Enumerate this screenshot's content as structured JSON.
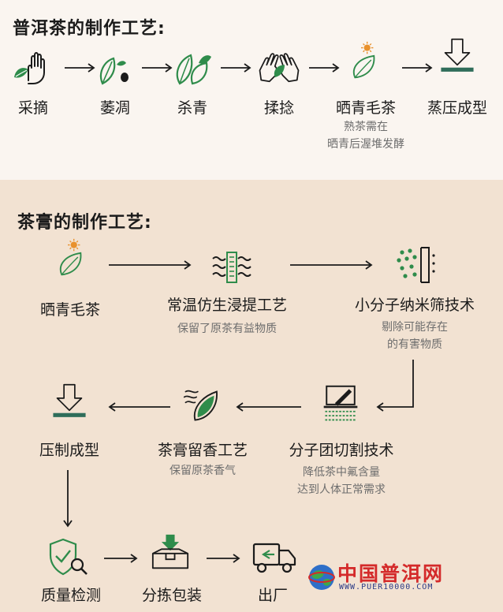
{
  "puer_section": {
    "title": "普洱茶的制作工艺:",
    "steps": [
      {
        "label": "采摘",
        "icon": "hand-leaf-icon"
      },
      {
        "label": "萎凋",
        "icon": "wilting-leaf-icon"
      },
      {
        "label": "杀青",
        "icon": "leaves-icon"
      },
      {
        "label": "揉捻",
        "icon": "hands-rolling-icon"
      },
      {
        "label": "晒青毛茶",
        "icon": "sun-leaf-icon",
        "note": [
          "熟茶需在",
          "晒青后渥堆发酵"
        ]
      },
      {
        "label": "蒸压成型",
        "icon": "press-down-icon"
      }
    ]
  },
  "paste_section": {
    "title": "茶膏的制作工艺:",
    "steps": [
      {
        "label": "晒青毛茶",
        "icon": "sun-leaf-icon"
      },
      {
        "label": "常温仿生浸提工艺",
        "icon": "extraction-tank-icon",
        "note": [
          "保留了原茶有益物质"
        ]
      },
      {
        "label": "小分子纳米筛技术",
        "icon": "nano-sieve-icon",
        "note": [
          "剔除可能存在",
          "的有害物质"
        ]
      },
      {
        "label": "分子团切割技术",
        "icon": "molecule-cutting-icon",
        "note": [
          "降低茶中氟含量",
          "达到人体正常需求"
        ]
      },
      {
        "label": "茶膏留香工艺",
        "icon": "aroma-leaf-icon",
        "note": [
          "保留原茶香气"
        ]
      },
      {
        "label": "压制成型",
        "icon": "press-down-icon"
      },
      {
        "label": "质量检测",
        "icon": "shield-check-icon"
      },
      {
        "label": "分拣包装",
        "icon": "package-box-icon"
      },
      {
        "label": "出厂",
        "icon": "delivery-truck-icon"
      }
    ]
  },
  "watermark": {
    "name": "中国普洱网",
    "url": "WWW.PUER10000.COM"
  },
  "colors": {
    "leaf_green": "#2f8c4b",
    "dark": "#1b1b1b",
    "sun": "#e8912d"
  }
}
